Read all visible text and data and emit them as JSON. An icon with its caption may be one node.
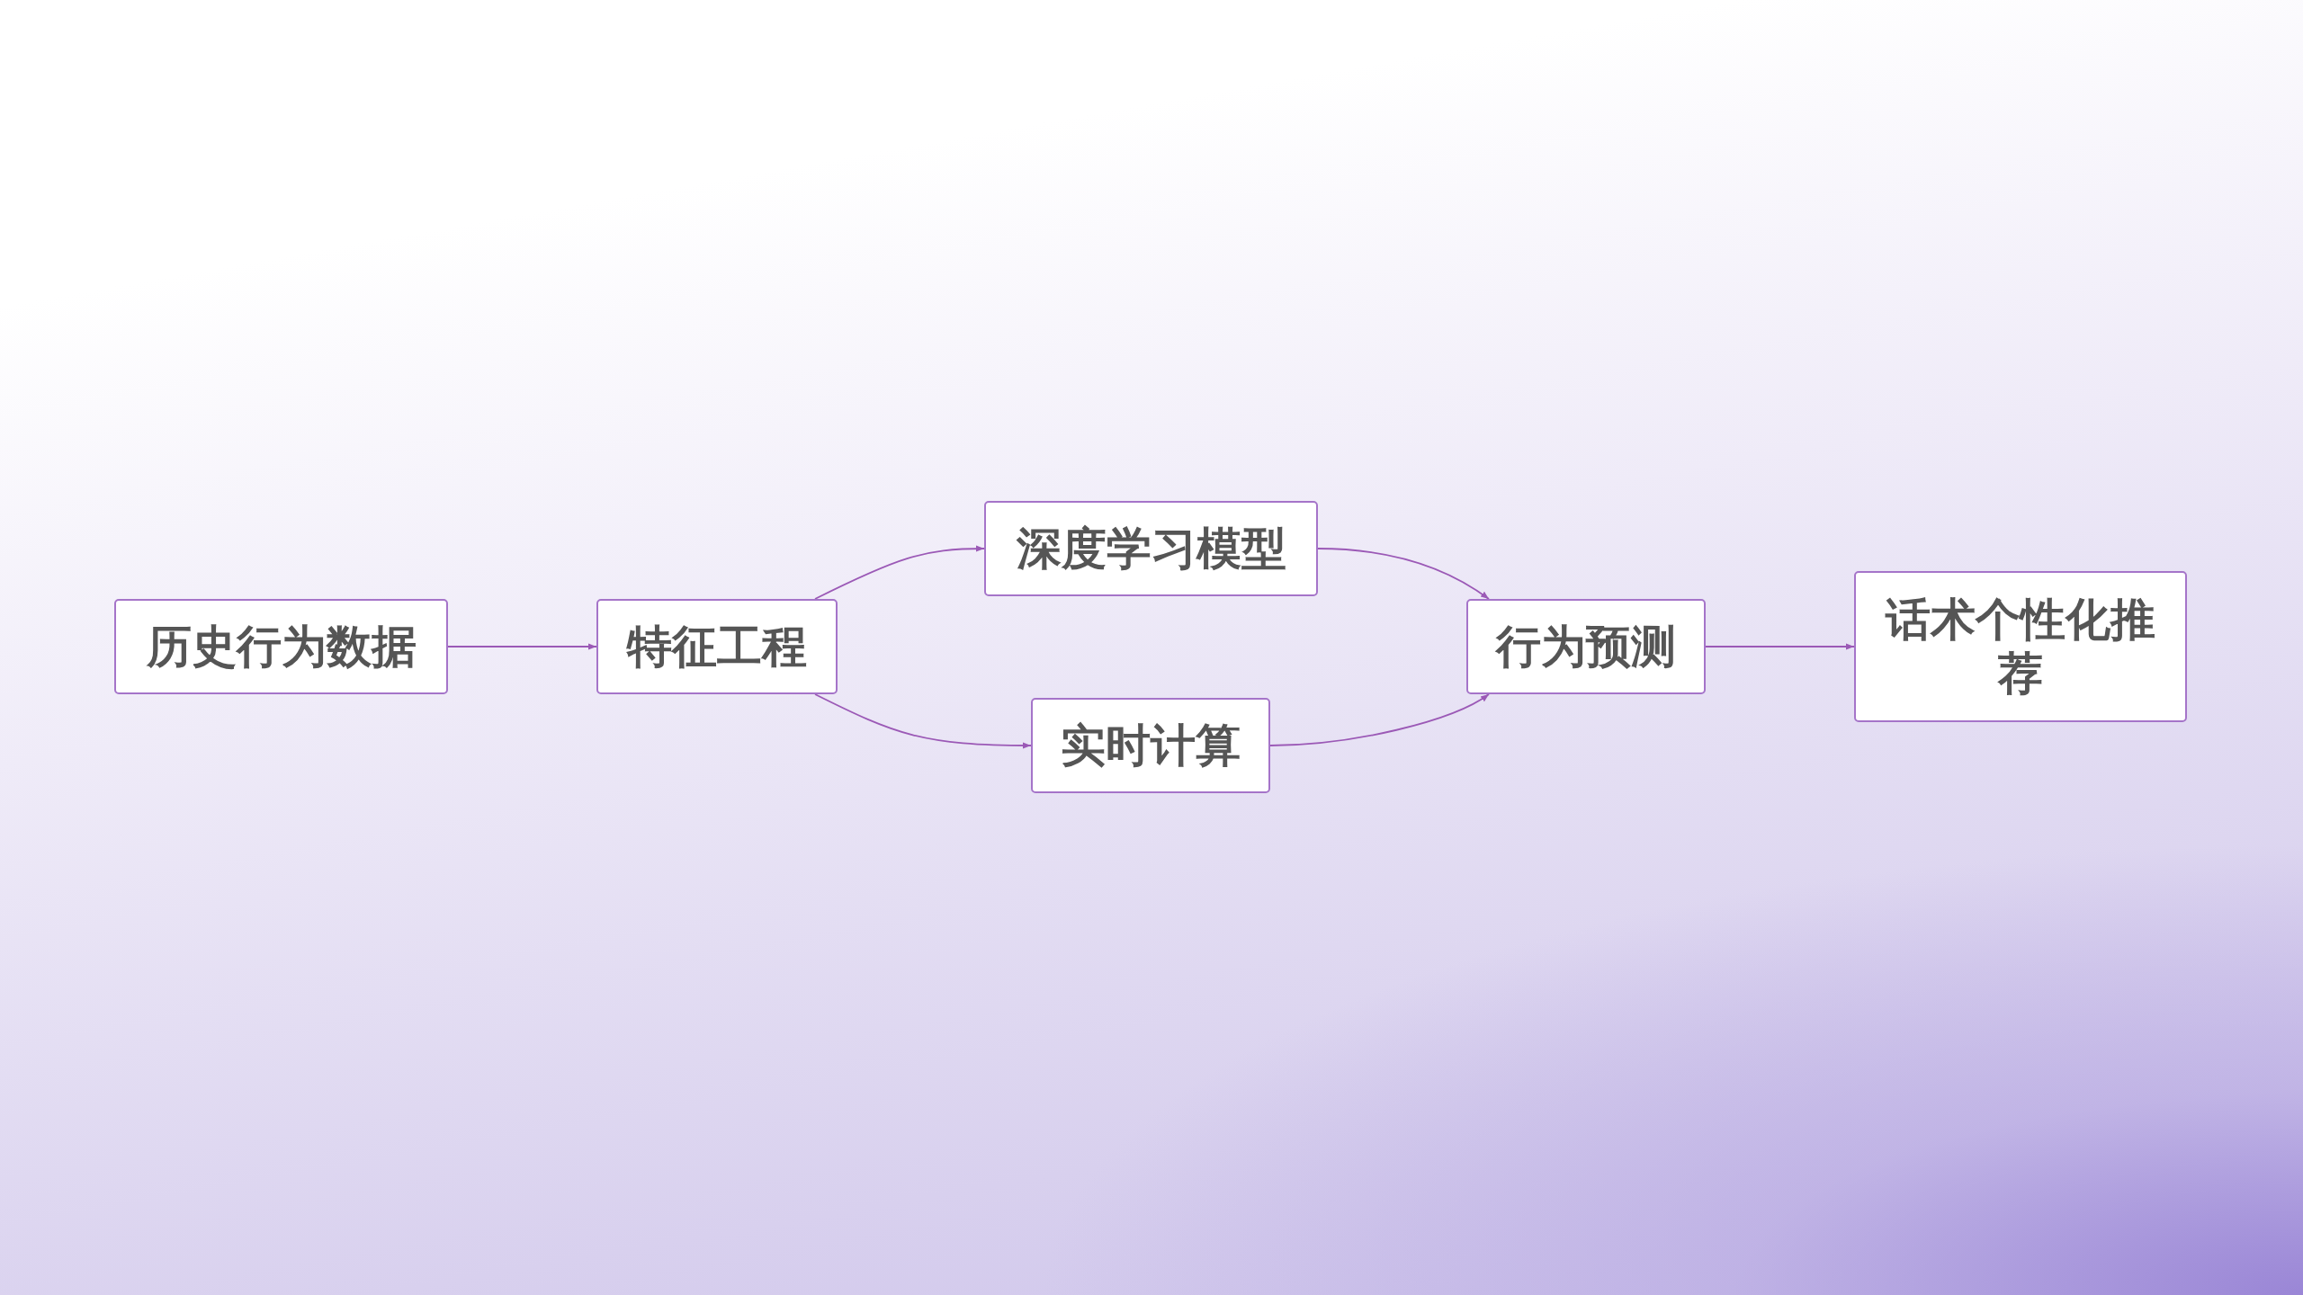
{
  "diagram": {
    "nodes": [
      {
        "text": [
          "历史行为数据"
        ]
      },
      {
        "text": [
          "特征工程"
        ]
      },
      {
        "text": [
          "深度学习模型"
        ]
      },
      {
        "text": [
          "实时计算"
        ]
      },
      {
        "text": [
          "行为预测"
        ]
      },
      {
        "text": [
          "话术个性化推荐"
        ]
      }
    ],
    "edges": [
      {
        "from": 0,
        "to": 1,
        "arrow": "to"
      },
      {
        "from": 1,
        "to": 2,
        "arrow": "to"
      },
      {
        "from": 1,
        "to": 3,
        "arrow": "to"
      },
      {
        "from": 2,
        "to": 4,
        "arrow": "to"
      },
      {
        "from": 3,
        "to": 4,
        "arrow": "to"
      },
      {
        "from": 4,
        "to": 5,
        "arrow": "to"
      }
    ]
  }
}
